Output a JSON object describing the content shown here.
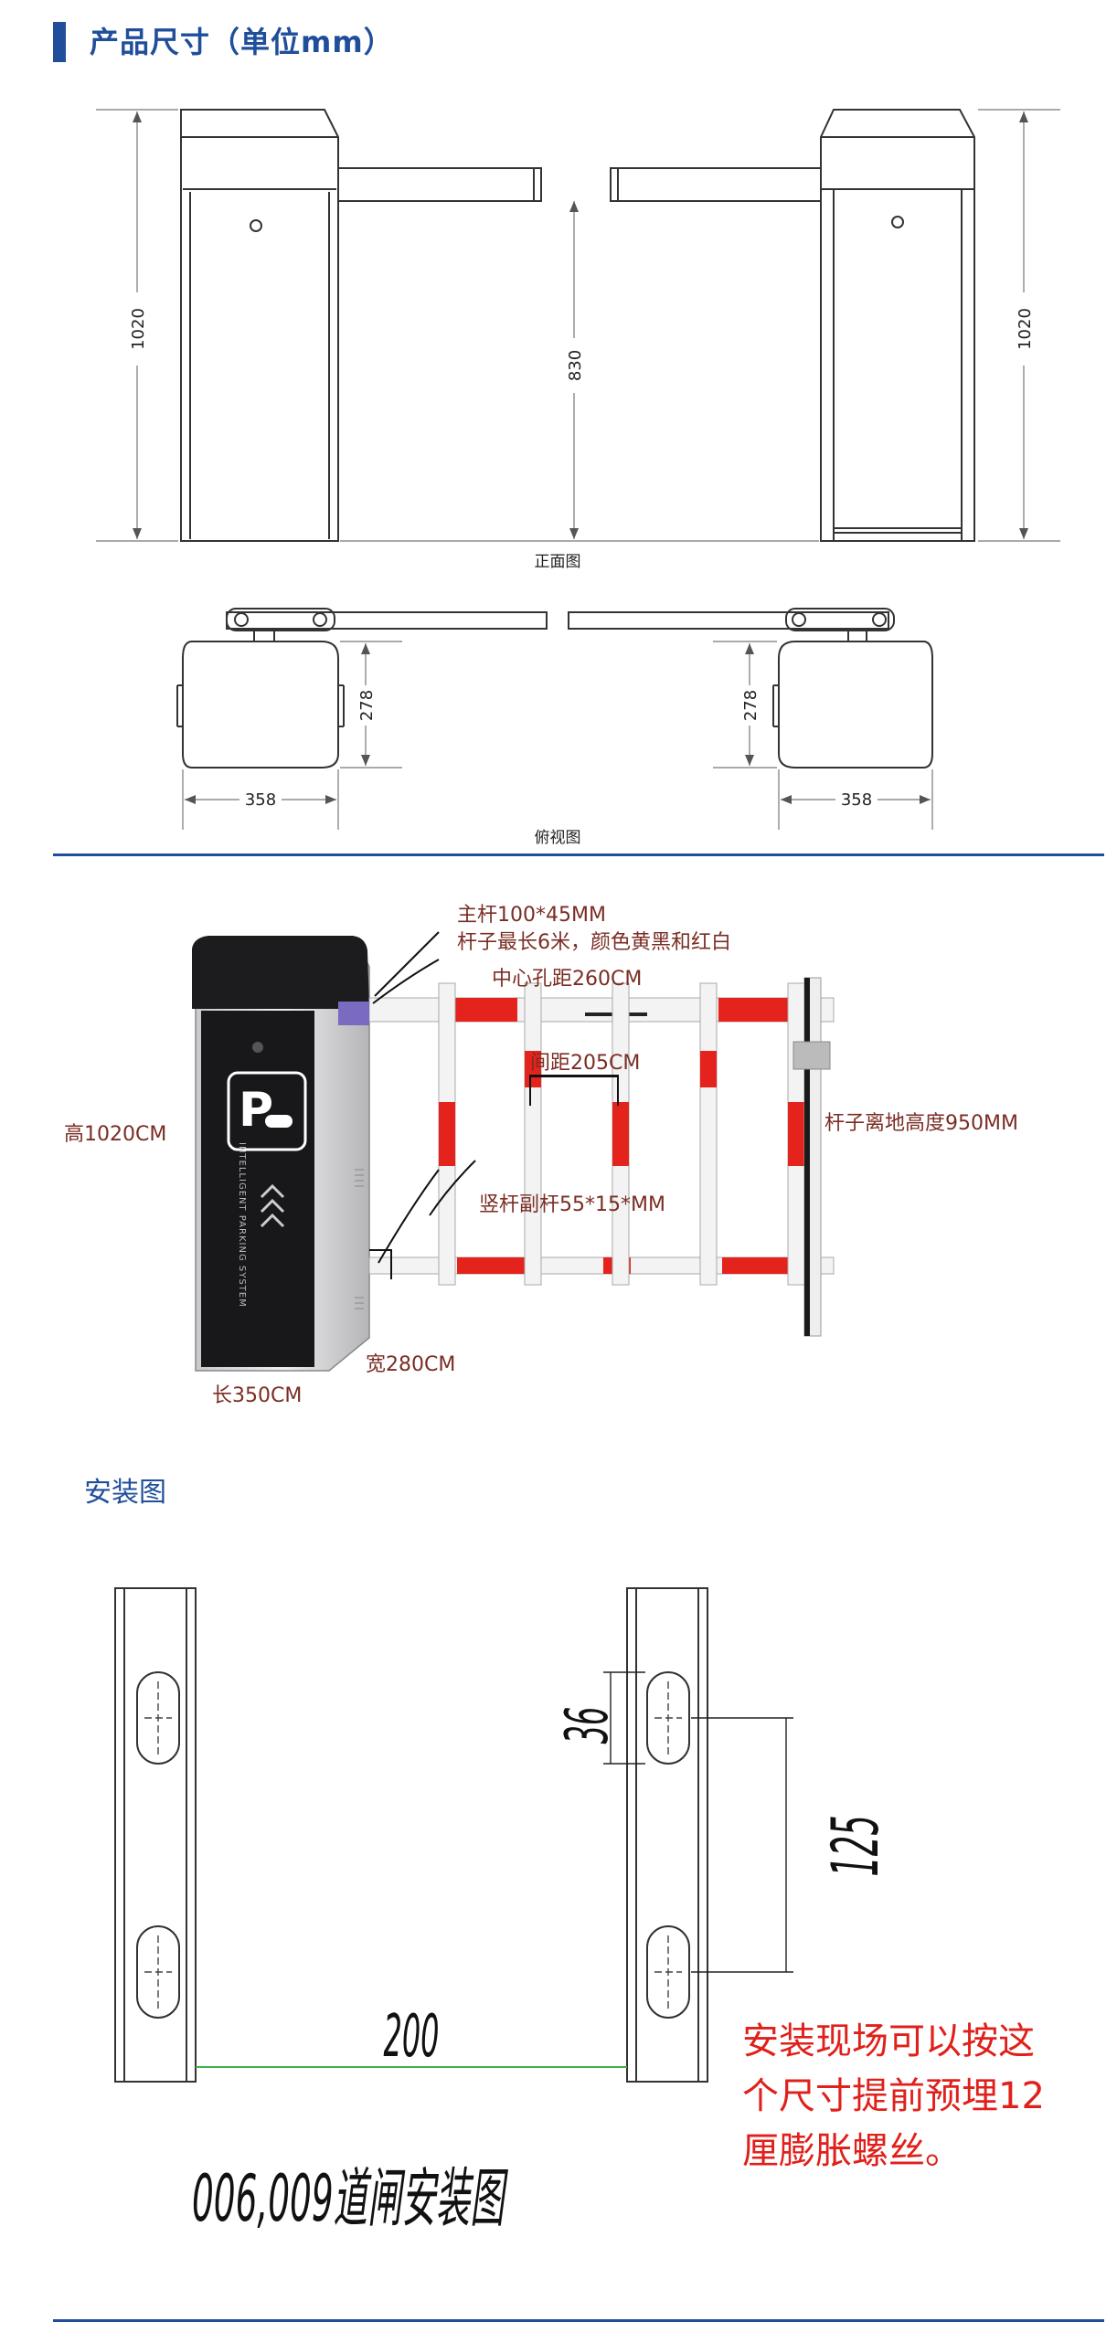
{
  "section1": {
    "title": "产品尺寸（单位mm）"
  },
  "front_view": {
    "caption": "正面图",
    "left_height": "1020",
    "right_height": "1020",
    "arm_height": "830"
  },
  "top_view": {
    "caption": "俯视图",
    "left_depth": "278",
    "right_depth": "278",
    "left_width": "358",
    "right_width": "358"
  },
  "photo": {
    "main_arm": "主杆100*45MM",
    "arm_length": "杆子最长6米，颜色黄黑和红白",
    "hole_spacing": "中心孔距260CM",
    "gap": "间距205CM",
    "ground_height": "杆子离地高度950MM",
    "height": "高1020CM",
    "sub_bar": "竖杆副杆55*15*MM",
    "width": "宽280CM",
    "length": "长350CM",
    "cabinet_text": "INTELLIGENT PARKING SYSTEM",
    "p_sign": "P"
  },
  "install": {
    "title": "安装图",
    "dim_36": "36",
    "dim_125": "125",
    "dim_200": "200",
    "drawing_title": "006,009道闸安装图",
    "note": "安装现场可以按这个尺寸提前预埋12厘膨胀螺丝。"
  },
  "colors": {
    "accent": "#1f4e9a",
    "note_red": "#e0201b",
    "dim_label": "#7a2d24",
    "bar_red": "#e3231c"
  }
}
